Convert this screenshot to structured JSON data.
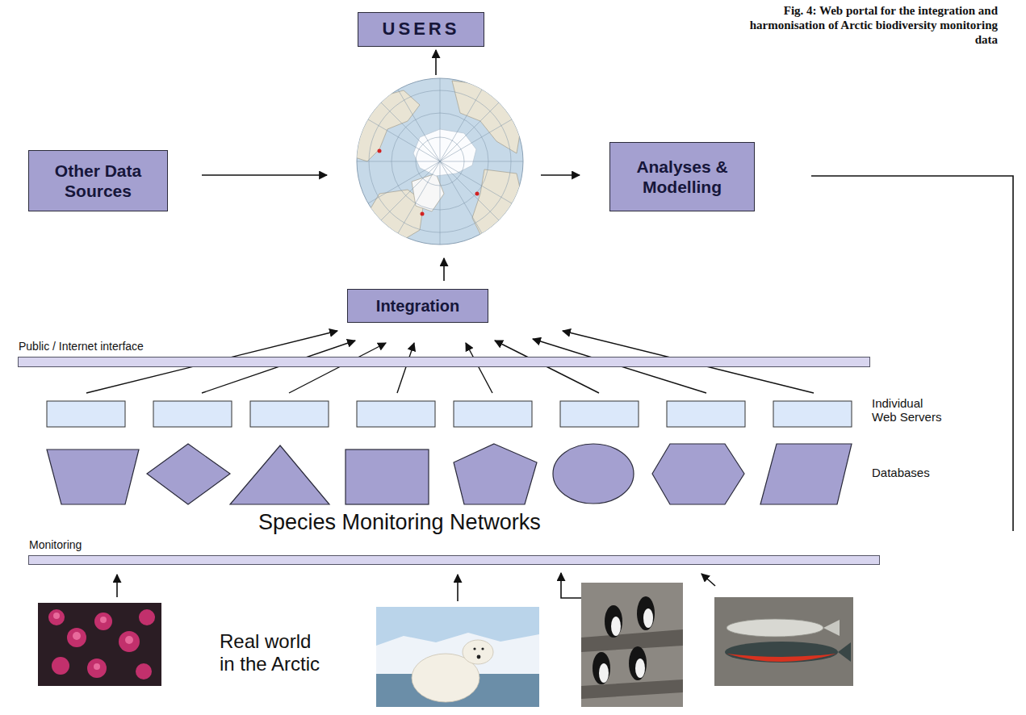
{
  "diagram": {
    "title": "Fig. 4: Web portal for the integration and harmonisation of Arctic biodiversity monitoring data",
    "nodes": [
      {
        "text": [
          "USERS"
        ]
      },
      {
        "text": [
          "Other Data Sources"
        ]
      },
      {
        "text": [
          "Analyses & Modelling"
        ]
      },
      {
        "text": [
          "Integration"
        ]
      },
      {
        "text": [
          "Public / Internet interface"
        ]
      },
      {
        "text": [
          "Monitoring"
        ]
      }
    ],
    "labels": [
      "Individual Web Servers",
      "Databases",
      "Species Monitoring Networks",
      "Real world in the Arctic"
    ]
  }
}
